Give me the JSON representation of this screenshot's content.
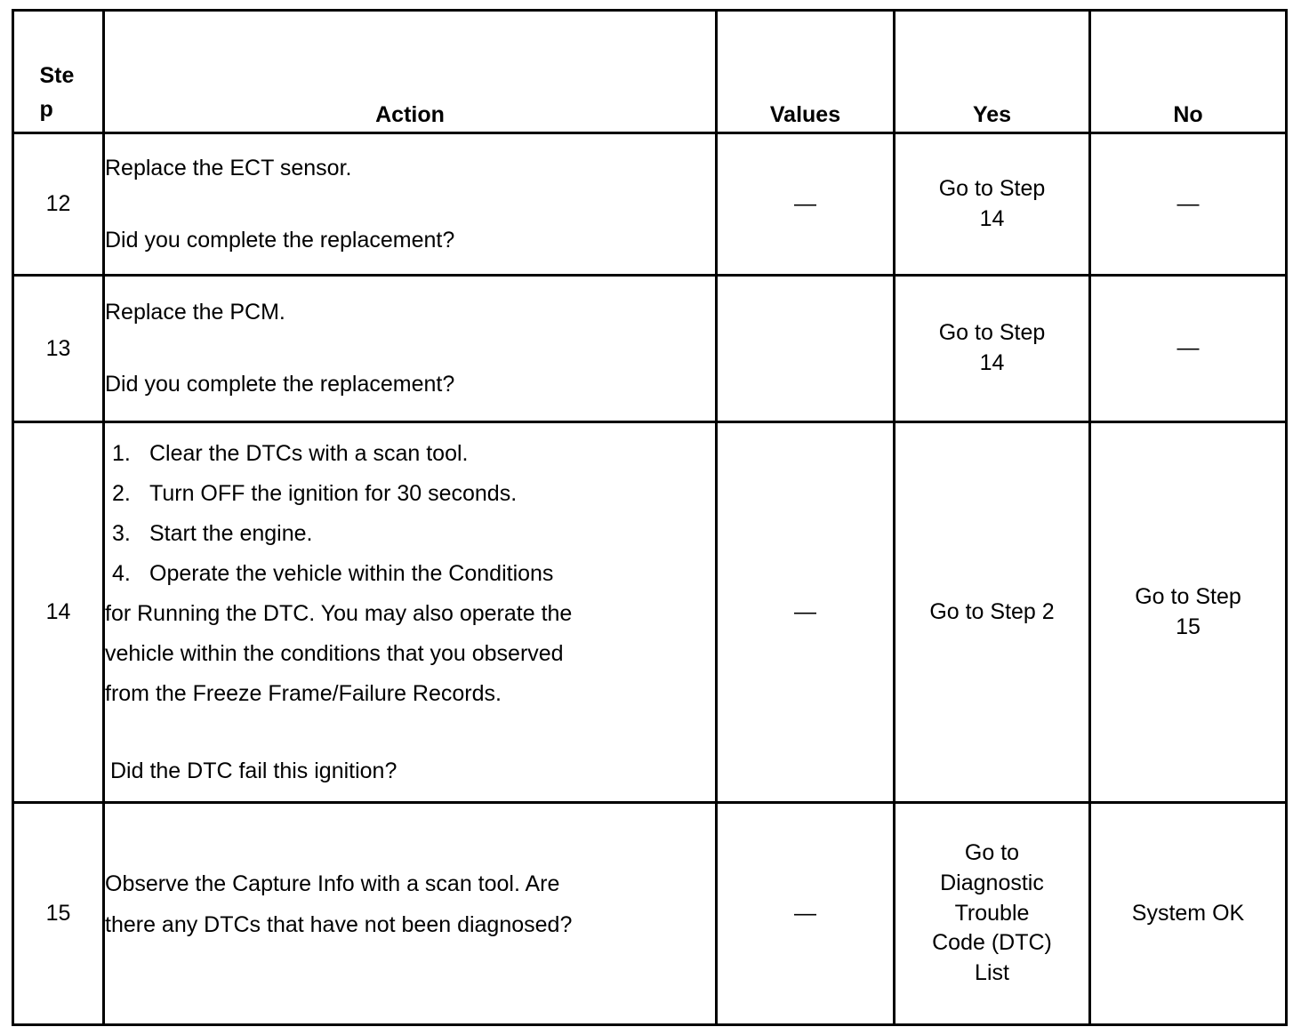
{
  "table": {
    "headers": {
      "step": "Step",
      "action": "Action",
      "values": "Values",
      "yes": "Yes",
      "no": "No"
    },
    "rows": [
      {
        "step": "12",
        "action_line_1": "Replace the ECT sensor.",
        "action_line_2": "Did you complete the replacement?",
        "values": "—",
        "yes_line_1": "Go to Step",
        "yes_line_2": "14",
        "no": "—"
      },
      {
        "step": "13",
        "action_line_1": "Replace the PCM.",
        "action_line_2": "Did you complete the replacement?",
        "values": "",
        "yes_line_1": "Go to Step",
        "yes_line_2": "14",
        "no": "—"
      },
      {
        "step": "14",
        "items": [
          {
            "num": "1.",
            "text": "Clear the DTCs with a scan tool."
          },
          {
            "num": "2.",
            "text": "Turn OFF the ignition for 30 seconds."
          },
          {
            "num": "3.",
            "text": "Start the engine."
          },
          {
            "num": "4.",
            "text": "Operate the vehicle within the Conditions"
          }
        ],
        "continuation": [
          "for Running the DTC. You may also operate the",
          "vehicle within the conditions that you observed",
          "from the Freeze Frame/Failure Records."
        ],
        "question": "Did the DTC fail this ignition?",
        "values": "—",
        "yes": "Go to Step 2",
        "no_line_1": "Go to Step",
        "no_line_2": "15"
      },
      {
        "step": "15",
        "action_line_1": "Observe the Capture Info with a scan tool. Are",
        "action_line_2": "there any DTCs that have not been diagnosed?",
        "values": "—",
        "yes_lines": [
          "Go to",
          "Diagnostic",
          "Trouble",
          "Code (DTC)",
          "List"
        ],
        "no": "System OK"
      }
    ]
  },
  "colors": {
    "border": "#000000",
    "text": "#000000",
    "background": "#ffffff"
  }
}
